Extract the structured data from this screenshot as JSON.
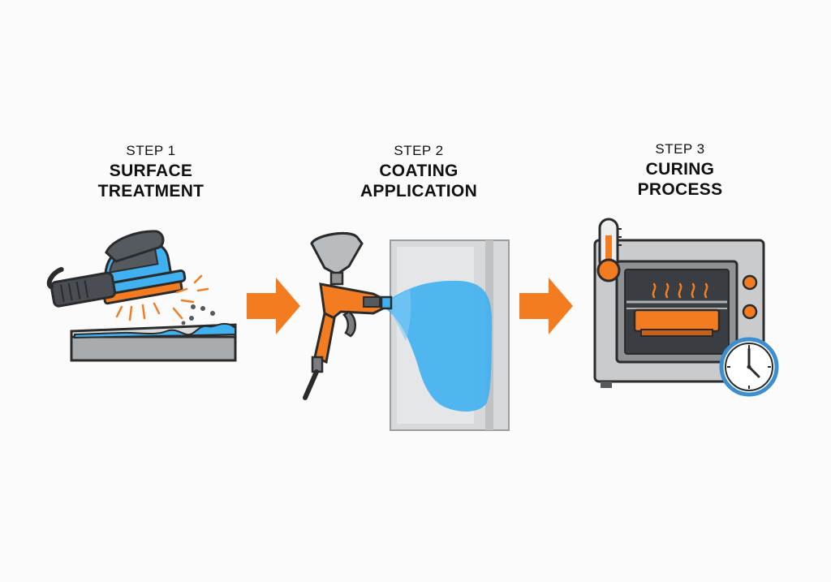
{
  "steps": [
    {
      "number": "STEP 1",
      "title_line1": "SURFACE",
      "title_line2": "TREATMENT"
    },
    {
      "number": "STEP 2",
      "title_line1": "COATING",
      "title_line2": "APPLICATION"
    },
    {
      "number": "STEP 3",
      "title_line1": "CURING",
      "title_line2": "PROCESS"
    }
  ],
  "icons": {
    "step1": "orbital-sander-icon",
    "step2": "spray-gun-icon",
    "step3": "curing-oven-icon",
    "thermometer": "thermometer-icon",
    "clock": "clock-icon",
    "arrows": "arrow-right-icon"
  },
  "colors": {
    "accent_orange": "#f47c20",
    "coating_blue": "#3fb0f0",
    "tool_gray": "#555a60",
    "panel_gray": "#c9cbcd",
    "outline": "#2b2b2b"
  }
}
